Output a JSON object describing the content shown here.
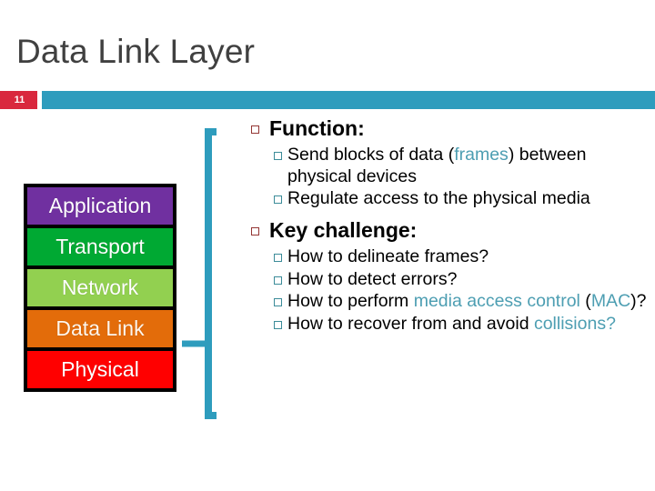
{
  "slide": {
    "title": "Data Link Layer",
    "number": "11",
    "accent_teal": "#2E9CBD",
    "accent_red": "#D9283E",
    "title_color": "#404040",
    "highlight_color": "#4D9EB2",
    "l1_marker_color": "#943634",
    "l2_marker_color": "#3C8C99"
  },
  "protocol_stack": {
    "name": "osi-protocol-stack",
    "layers": [
      {
        "label": "Application",
        "color": "#7030A0",
        "text_color": "#FFFFFF"
      },
      {
        "label": "Transport",
        "color": "#00A933",
        "text_color": "#FFFFFF"
      },
      {
        "label": "Network",
        "color": "#92D050",
        "text_color": "#FFFFFF"
      },
      {
        "label": "Data Link",
        "color": "#E36C0A",
        "text_color": "#FFF6EC"
      },
      {
        "label": "Physical",
        "color": "#FF0000",
        "text_color": "#FFFFFF"
      }
    ],
    "highlighted_layer": "Data Link"
  },
  "content": {
    "sections": [
      {
        "heading": "Function:",
        "items": [
          {
            "segments": [
              {
                "text": "Send blocks of data (",
                "style": "plain"
              },
              {
                "text": "frames",
                "style": "teal"
              },
              {
                "text": ") between physical devices",
                "style": "plain"
              }
            ]
          },
          {
            "segments": [
              {
                "text": "Regulate access to the physical media",
                "style": "plain"
              }
            ]
          }
        ]
      },
      {
        "heading": "Key challenge:",
        "items": [
          {
            "segments": [
              {
                "text": "How to delineate frames?",
                "style": "plain"
              }
            ]
          },
          {
            "segments": [
              {
                "text": "How to detect errors?",
                "style": "plain"
              }
            ]
          },
          {
            "segments": [
              {
                "text": "How to perform ",
                "style": "plain"
              },
              {
                "text": "media access control",
                "style": "teal"
              },
              {
                "text": " (",
                "style": "plain"
              },
              {
                "text": "MAC",
                "style": "teal"
              },
              {
                "text": ")?",
                "style": "plain"
              }
            ]
          },
          {
            "segments": [
              {
                "text": "How to recover from and avoid ",
                "style": "plain"
              },
              {
                "text": "collisions?",
                "style": "teal"
              }
            ]
          }
        ]
      }
    ]
  }
}
